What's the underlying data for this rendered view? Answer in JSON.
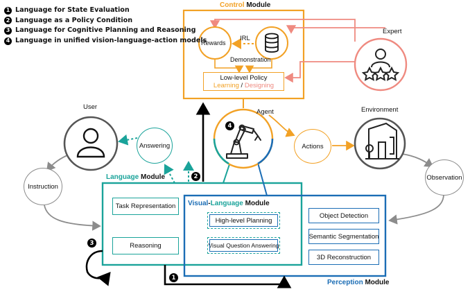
{
  "legend": [
    {
      "num": "1",
      "text": "Language for State Evaluation"
    },
    {
      "num": "2",
      "text": "Language as a Policy Condition"
    },
    {
      "num": "3",
      "text": "Language for Cognitive Planning and Reasoning"
    },
    {
      "num": "4",
      "text": "Language in unified vision-language-action models"
    }
  ],
  "control": {
    "title_accent": "Control",
    "title_rest": " Module",
    "rewards": "Rewards",
    "irl": "IRL",
    "demonstration": "Demonstration",
    "policy": "Low-level Policy",
    "learning": "Learning",
    "slash": " / ",
    "designing": "Designing"
  },
  "expert": "Expert",
  "agent": "Agent",
  "actions": "Actions",
  "environment": "Environment",
  "observation": "Observation",
  "user": "User",
  "answering": "Answering",
  "instruction": "Instruction",
  "language_module": {
    "title_accent": "Language",
    "title_rest": " Module",
    "task": "Task Representation",
    "reasoning": "Reasoning"
  },
  "vl_module": {
    "title_a": "Visual",
    "title_b": "-",
    "title_c": "Language",
    "title_rest": " Module",
    "planning": "High-level Planning",
    "vqa": "Visual Question Answering"
  },
  "perception": {
    "title_accent": "Perception",
    "title_rest": " Module",
    "detection": "Object Detection",
    "segmentation": "Semantic Segmentation",
    "reconstruction": "3D Reconstruction"
  },
  "badges": {
    "one": "1",
    "two": "2",
    "three": "3",
    "four": "4"
  },
  "colors": {
    "orange": "#f2a125",
    "salmon": "#ef8a80",
    "teal": "#1aa39a",
    "blue": "#1b6db5",
    "gray": "#8c8c8c",
    "dark": "#555555"
  }
}
